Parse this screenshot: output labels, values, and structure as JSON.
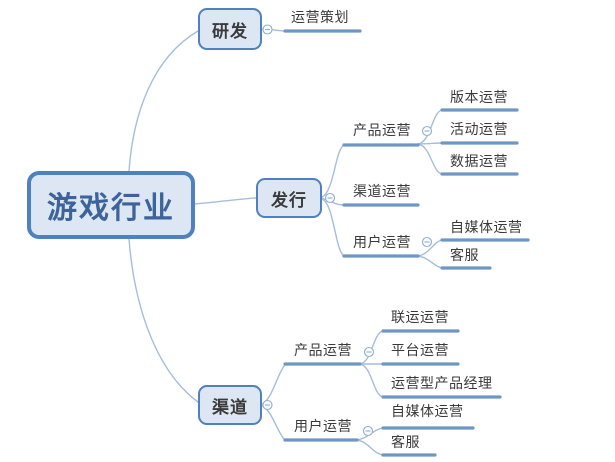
{
  "tree": {
    "root": "游戏行业",
    "children": [
      {
        "label": "研发",
        "children": [
          {
            "label": "运营策划"
          }
        ]
      },
      {
        "label": "发行",
        "children": [
          {
            "label": "产品运营",
            "children": [
              {
                "label": "版本运营"
              },
              {
                "label": "活动运营"
              },
              {
                "label": "数据运营"
              }
            ]
          },
          {
            "label": "渠道运营"
          },
          {
            "label": "用户运营",
            "children": [
              {
                "label": "自媒体运营"
              },
              {
                "label": "客服"
              }
            ]
          }
        ]
      },
      {
        "label": "渠道",
        "children": [
          {
            "label": "产品运营",
            "children": [
              {
                "label": "联运运营"
              },
              {
                "label": "平台运营"
              },
              {
                "label": "运营型产品经理"
              }
            ]
          },
          {
            "label": "用户运营",
            "children": [
              {
                "label": "自媒体运营"
              },
              {
                "label": "客服"
              }
            ]
          }
        ]
      }
    ]
  },
  "icons": {
    "collapse_button": "circled-minus"
  },
  "colors": {
    "box_fill": "#dde6f3",
    "box_border": "#4e81bd",
    "root_text": "#3d639b",
    "topic_text": "#3a3a3a",
    "line": "#6f96c4",
    "connector": "#a5bedc",
    "circle_stroke": "#8fafd4"
  }
}
